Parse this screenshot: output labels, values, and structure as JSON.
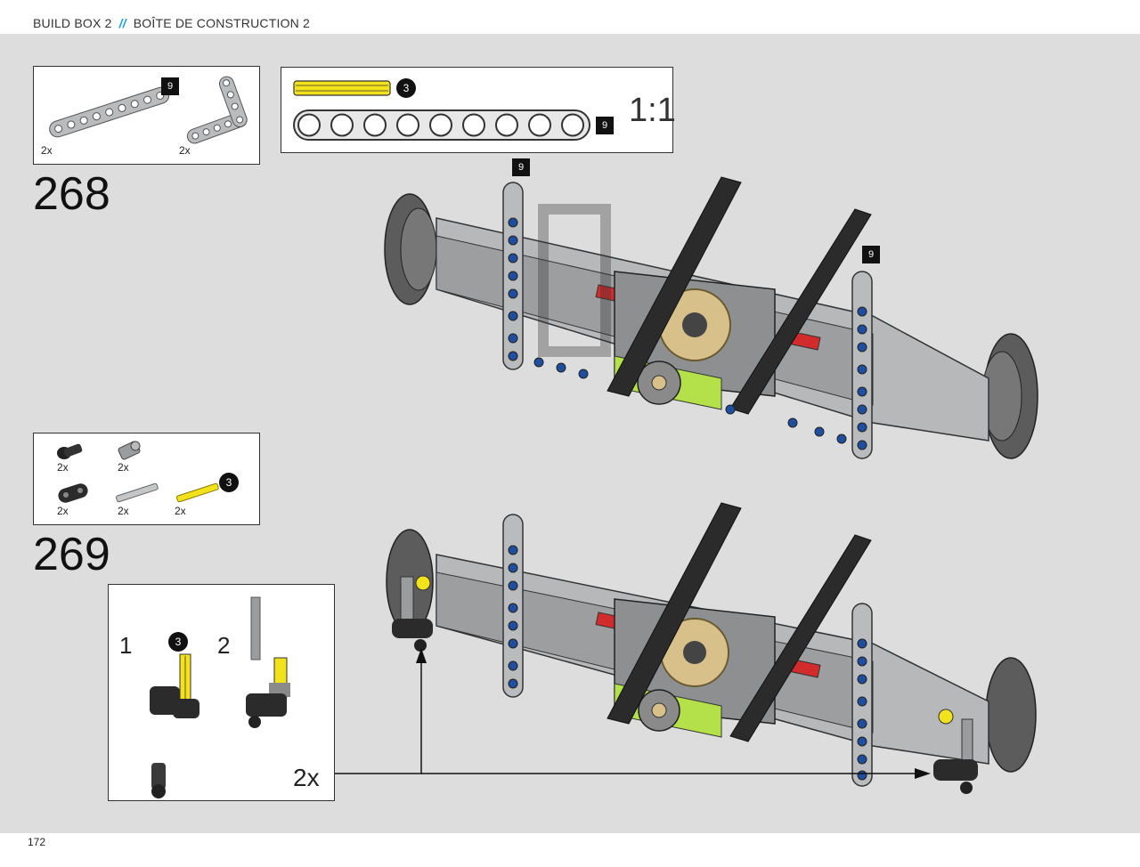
{
  "header": {
    "left": "BUILD BOX 2",
    "separator": "//",
    "right": "BOÎTE DE CONSTRUCTION 2"
  },
  "page_number": "172",
  "step268": {
    "number": "268",
    "parts": [
      {
        "icon": "beam-9-icon",
        "qty": "2x",
        "badge": "9"
      },
      {
        "icon": "angled-beam-icon",
        "qty": "2x"
      }
    ],
    "scale_box": {
      "axle_badge": "3",
      "beam_badge": "9",
      "scale": "1:1"
    },
    "callouts": [
      "9",
      "9"
    ]
  },
  "step269": {
    "number": "269",
    "parts": [
      {
        "icon": "black-pin-icon",
        "qty": "2x"
      },
      {
        "icon": "bush-icon",
        "qty": "2x"
      },
      {
        "icon": "pin-connector-icon",
        "qty": "2x"
      },
      {
        "icon": "grey-axle-icon",
        "qty": "2x"
      },
      {
        "icon": "yellow-axle-icon",
        "qty": "2x",
        "badge": "3"
      }
    ],
    "subassembly": {
      "step1": "1",
      "step1_badge": "3",
      "step2": "2",
      "multiplier": "2x"
    }
  },
  "colors": {
    "canvas": "#dcdddc",
    "beam_grey": "#a9abad",
    "beam_black": "#2b2b2b",
    "pin_blue": "#1f4e9e",
    "axle_yellow": "#f2e21c",
    "lime": "#b4e04a",
    "red": "#d22b2b",
    "tan_gear": "#d7c08a",
    "accent": "#1aa0d8"
  }
}
